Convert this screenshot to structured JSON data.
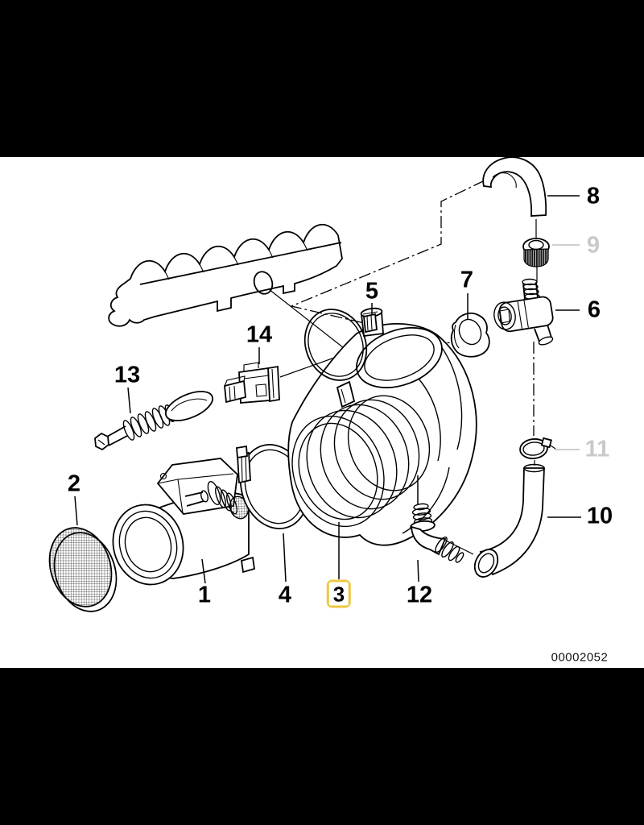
{
  "diagram": {
    "description": "Exploded parts diagram of engine air intake system",
    "drawing_number": "00002052",
    "highlight_color": "#ecc83e",
    "muted_color": "#c9c9c9",
    "labels": [
      {
        "part": 1,
        "text": "1",
        "muted": false,
        "highlighted": false
      },
      {
        "part": 2,
        "text": "2",
        "muted": false,
        "highlighted": false
      },
      {
        "part": 3,
        "text": "3",
        "muted": false,
        "highlighted": true
      },
      {
        "part": 4,
        "text": "4",
        "muted": false,
        "highlighted": false
      },
      {
        "part": 5,
        "text": "5",
        "muted": false,
        "highlighted": false
      },
      {
        "part": 6,
        "text": "6",
        "muted": false,
        "highlighted": false
      },
      {
        "part": 7,
        "text": "7",
        "muted": false,
        "highlighted": false
      },
      {
        "part": 8,
        "text": "8",
        "muted": false,
        "highlighted": false
      },
      {
        "part": 9,
        "text": "9",
        "muted": true,
        "highlighted": false
      },
      {
        "part": 10,
        "text": "10",
        "muted": false,
        "highlighted": false
      },
      {
        "part": 11,
        "text": "11",
        "muted": true,
        "highlighted": false
      },
      {
        "part": 12,
        "text": "12",
        "muted": false,
        "highlighted": false
      },
      {
        "part": 13,
        "text": "13",
        "muted": false,
        "highlighted": false
      },
      {
        "part": 14,
        "text": "14",
        "muted": false,
        "highlighted": false
      }
    ]
  }
}
